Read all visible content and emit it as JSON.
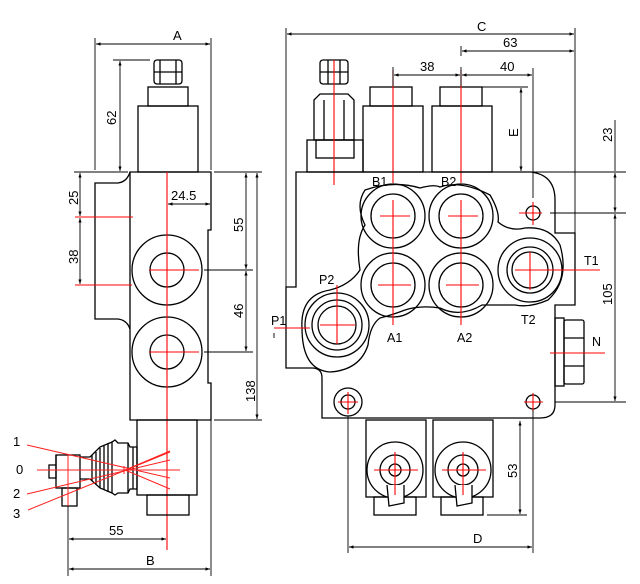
{
  "drawing": {
    "title": "Hydraulic monoblock directional control valve – 2 sections (dimension drawing)",
    "colors": {
      "outline": "#000000",
      "centerline": "#ff0000",
      "background": "#ffffff"
    }
  },
  "side_view": {
    "dimensions": {
      "width_A": "A",
      "width_B": "B",
      "relief_height": "62",
      "top_to_mount": "25",
      "mount_spacing": "38",
      "port_offset": "24.5",
      "top_to_port1": "55",
      "port_spacing": "46",
      "body_height": "138",
      "lever_offset": "55"
    },
    "lever_positions": [
      "1",
      "0",
      "2",
      "3"
    ]
  },
  "front_view": {
    "dimensions": {
      "overall_width_C": "C",
      "t_port_offset": "63",
      "spool_pitch": "38",
      "spool_to_hole": "40",
      "spool_cap_height_E": "E",
      "hole_to_top": "23",
      "hole_spacing_vertical": "105",
      "handle_drop": "53",
      "hole_spacing_D": "D"
    },
    "ports": {
      "b1": "B1",
      "b2": "B2",
      "a1": "A1",
      "a2": "A2",
      "p1": "P1",
      "p2": "P2",
      "t1": "T1",
      "t2": "T2",
      "n": "N"
    }
  }
}
